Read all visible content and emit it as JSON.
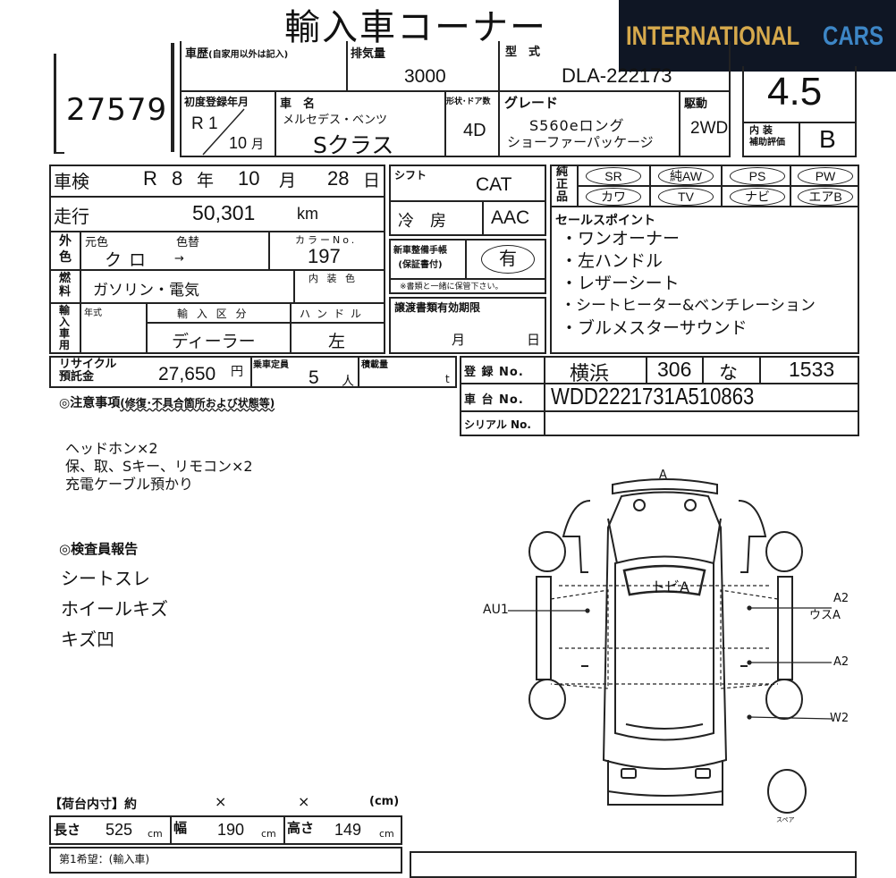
{
  "title": "輸入車コーナー",
  "logo": {
    "word1": "INTERNATIONAL",
    "word2": "CARS",
    "bg": "#0f1624",
    "gold": "#d6a94c",
    "blue": "#3d86c6"
  },
  "lot_number": "27579",
  "vehicle": {
    "history_label": "車歴",
    "history_note": "(自家用以外は記入)",
    "displacement_label": "排気量",
    "displacement": "3000",
    "model_code_label": "型　式",
    "model_code": "DLA-222173",
    "first_reg_label": "初度登録年月",
    "first_reg_year": "R 1",
    "first_reg_month": "10",
    "month_unit": "月",
    "car_name_label": "車　名",
    "maker": "メルセデス・ベンツ",
    "car_name": "Sクラス",
    "body_label": "形状･ドア数",
    "body": "4D",
    "grade_label": "グレード",
    "grade_line1": "S560eロング",
    "grade_line2": "ショーファーパッケージ",
    "drive_label": "駆動",
    "drive": "2WD",
    "score": "4.5",
    "interior_label1": "内 装",
    "interior_label2": "補助評価",
    "interior_grade": "B"
  },
  "inspection": {
    "label": "車検",
    "era": "R",
    "year": "8",
    "year_unit": "年",
    "month": "10",
    "month_unit": "月",
    "day": "28",
    "day_unit": "日"
  },
  "mileage": {
    "label": "走行",
    "value": "50,301",
    "unit": "km"
  },
  "color": {
    "side1": "外",
    "side2": "色",
    "orig_label": "元色",
    "change_label": "色替",
    "orig": "クロ",
    "change": "→",
    "no_label": "カラーNo.",
    "no": "197"
  },
  "fuel": {
    "side1": "燃",
    "side2": "料",
    "value": "ガソリン・電気",
    "interior_color_label": "内 装 色"
  },
  "import": {
    "side": "輸入車用",
    "year_label": "年式",
    "type_label": "輸 入 区 分",
    "type": "ディーラー",
    "handle_label": "ハンドル",
    "handle": "左"
  },
  "shift": {
    "label": "シフト",
    "value": "CAT"
  },
  "ac": {
    "label": "冷　房",
    "value": "AAC"
  },
  "service_book": {
    "label1": "新車整備手帳",
    "label2": "(保証書付)",
    "value": "有",
    "note": "※書類と一緒に保管下さい。"
  },
  "transfer": {
    "label": "譲渡書類有効期限",
    "month": "月",
    "day": "日"
  },
  "equipment": {
    "side": "純正品",
    "items": [
      "SR",
      "純AW",
      "PS",
      "PW",
      "カワ",
      "TV",
      "ナビ",
      "エアB"
    ]
  },
  "sales_points": {
    "label": "セールスポイント",
    "items": [
      "・ワンオーナー",
      "・左ハンドル",
      "・レザーシート",
      "・シートヒーター&ベンチレーション",
      "・ブルメスターサウンド"
    ]
  },
  "recycle": {
    "label1": "リサイクル",
    "label2": "預託金",
    "value": "27,650",
    "unit": "円",
    "seats_label": "乗車定員",
    "seats": "5",
    "seats_unit": "人",
    "load_label": "積載量",
    "load_unit": "t"
  },
  "registration": {
    "reg_label": "登 録 No.",
    "area": "横浜",
    "class": "306",
    "kana": "な",
    "number": "1533",
    "chassis_label": "車 台 No.",
    "chassis": "WDD2221731A510863",
    "serial_label": "シリアル No.",
    "serial": ""
  },
  "notes": {
    "label": "◎注意事項",
    "sub": "(修復･不具合箇所および状態等)",
    "lines": [
      "ヘッドホン×2",
      "保、取、Sキー、リモコン×2",
      "充電ケーブル預かり"
    ]
  },
  "inspector": {
    "label": "◎検査員報告",
    "items": [
      "シートスレ",
      "ホイールキズ",
      "キズ凹"
    ]
  },
  "diagram": {
    "marks": {
      "top": "A",
      "roof": "トビA",
      "left": "AU1",
      "right1a": "A2",
      "right1b": "ウスA",
      "right2": "A2",
      "right3": "W2",
      "spare": "スペア"
    }
  },
  "cargo": {
    "label": "【荷台内寸】約",
    "x1": "×",
    "x2": "×",
    "unit": "(cm)",
    "length_label": "長さ",
    "length": "525",
    "width_label": "幅",
    "width": "190",
    "height_label": "高さ",
    "height": "149",
    "cm": "cm",
    "hope_label": "第1希望：(輸入車)"
  }
}
